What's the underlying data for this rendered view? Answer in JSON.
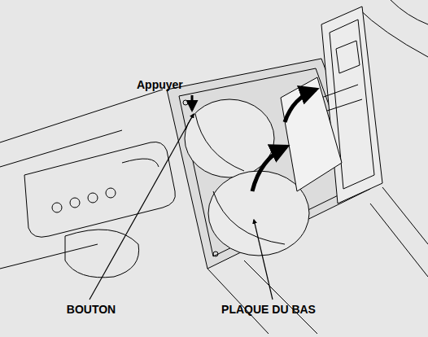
{
  "diagram": {
    "labels": [
      "Appuyer",
      "BOUTON",
      "PLAQUE DU BAS"
    ]
  }
}
